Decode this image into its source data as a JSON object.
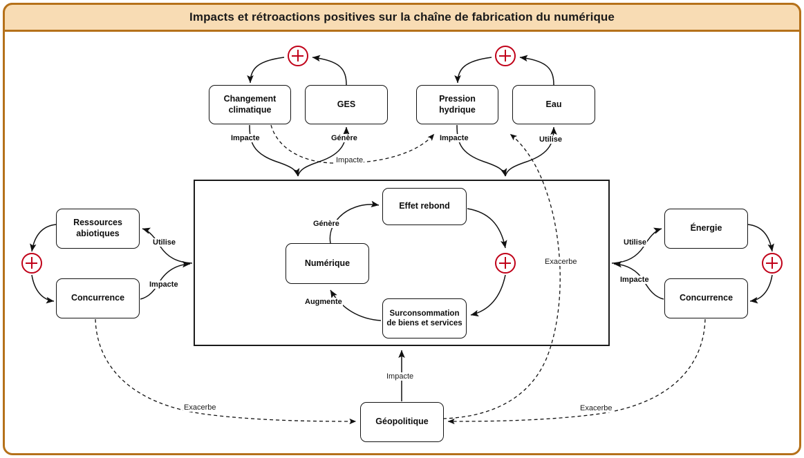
{
  "header": {
    "title": "Impacts et rétroactions positives sur la chaîne de fabrication du numérique",
    "bg_color": "#f8dcb4",
    "border_color": "#b5711a"
  },
  "theme": {
    "node_border": "#111111",
    "node_fill": "#ffffff",
    "boundary_border": "#1a1a1a",
    "plus_color": "#c00018",
    "page_bg": "#ffffff"
  },
  "nodes": {
    "changement_climatique": "Changement climatique",
    "ges": "GES",
    "pression_hydrique": "Pression hydrique",
    "eau": "Eau",
    "ressources_abiotiques": "Ressources abiotiques",
    "concurrence_gauche": "Concurrence",
    "energie": "Énergie",
    "concurrence_droite": "Concurrence",
    "numerique": "Numérique",
    "effet_rebond": "Effet rebond",
    "surconsommation": "Surconsommation de biens et services",
    "geopolitique": "Géopolitique"
  },
  "edge_labels": {
    "cc_impacte": "Impacte",
    "ges_genere": "Génère",
    "cc_to_ph_impacte": "Impacte",
    "ph_impacte": "Impacte",
    "eau_utilise": "Utilise",
    "gauche_utilise": "Utilise",
    "gauche_impacte": "Impacte",
    "droite_utilise": "Utilise",
    "droite_impacte": "Impacte",
    "num_genere": "Génère",
    "num_augmente": "Augmente",
    "geo_impacte": "Impacte",
    "exacerbe_gauche": "Exacerbe",
    "exacerbe_centre": "Exacerbe",
    "exacerbe_droite": "Exacerbe"
  },
  "badges": {
    "plus_symbol": "+",
    "count": 5,
    "meaning": "rétroaction positive"
  }
}
